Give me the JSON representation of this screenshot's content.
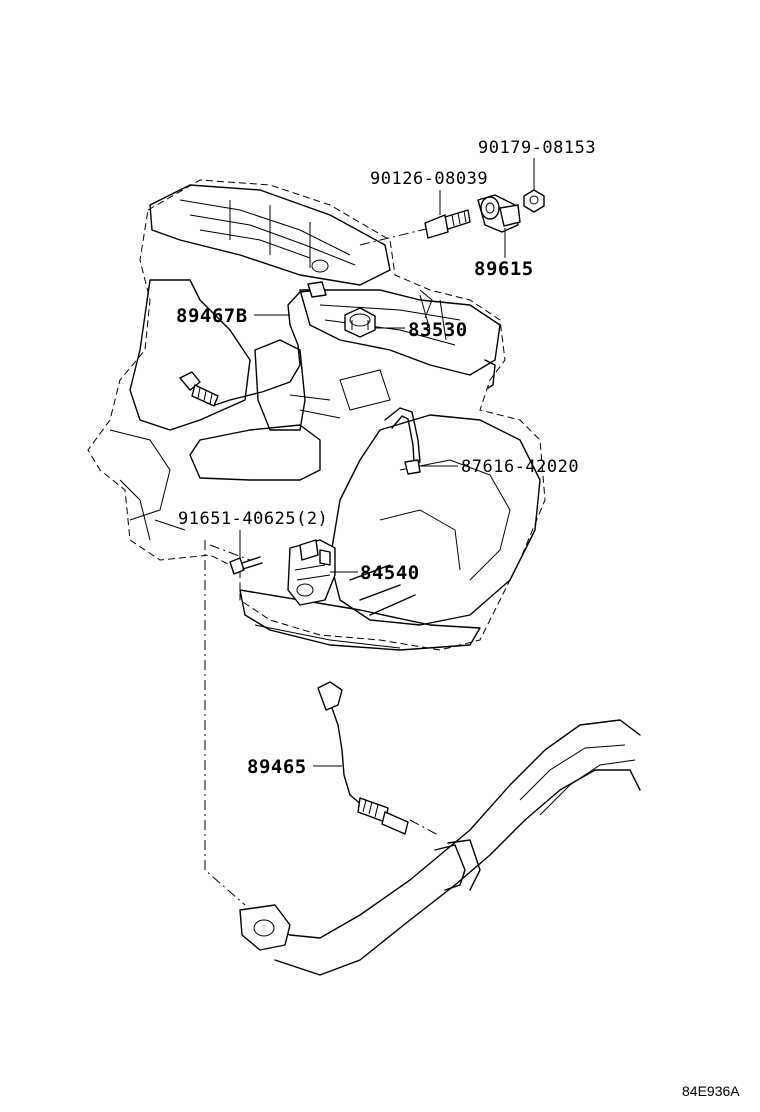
{
  "diagram_code": "84E936A",
  "callouts": [
    {
      "id": "c-90179",
      "text": "90179-08153"
    },
    {
      "id": "c-90126",
      "text": "90126-08039"
    },
    {
      "id": "c-89615",
      "text": "89615"
    },
    {
      "id": "c-89467b",
      "text": "89467B"
    },
    {
      "id": "c-83530",
      "text": "83530"
    },
    {
      "id": "c-87616",
      "text": "87616-42020"
    },
    {
      "id": "c-91651",
      "text": "91651-40625(2)"
    },
    {
      "id": "c-84540",
      "text": "84540"
    },
    {
      "id": "c-89465",
      "text": "89465"
    }
  ]
}
